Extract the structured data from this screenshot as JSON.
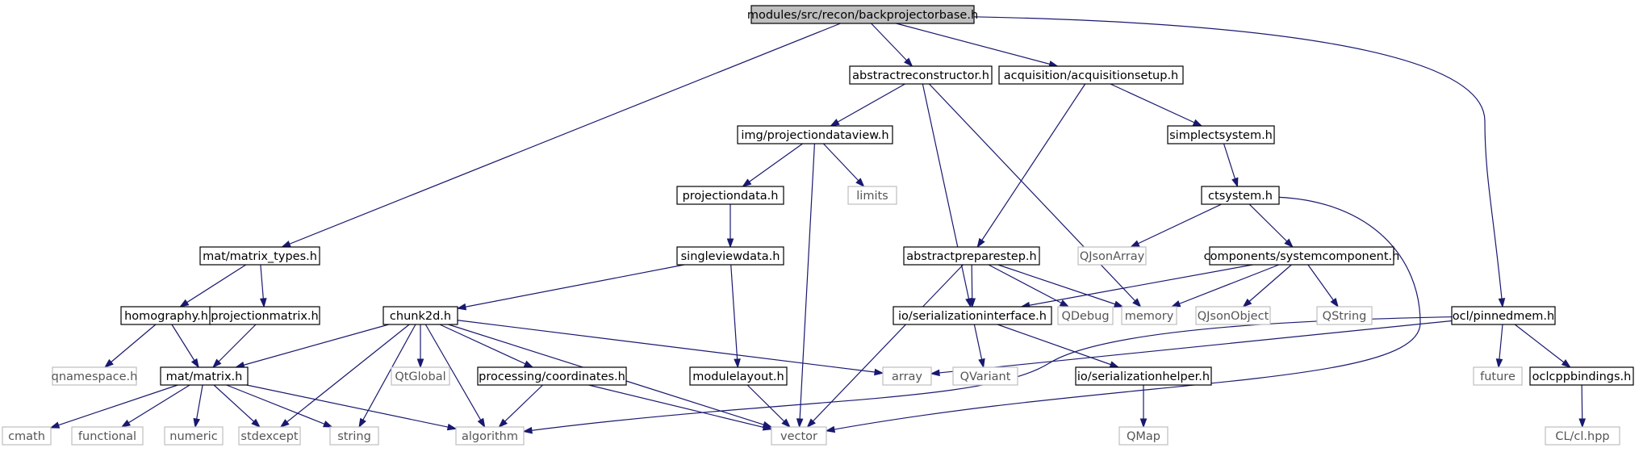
{
  "colors": {
    "edge": "#191970",
    "root_fill": "#bfbfbf",
    "local_border": "#000000",
    "system_border": "#bfbfbf",
    "local_text": "#000000",
    "system_text": "#555555"
  },
  "nodes": [
    {
      "id": "backprojectorbase",
      "label": "modules/src/recon/backprojectorbase.h",
      "kind": "root"
    },
    {
      "id": "abstractreconstructor",
      "label": "abstractreconstructor.h",
      "kind": "local"
    },
    {
      "id": "acquisitionsetup",
      "label": "acquisition/acquisitionsetup.h",
      "kind": "local"
    },
    {
      "id": "projectiondataview",
      "label": "img/projectiondataview.h",
      "kind": "local"
    },
    {
      "id": "simplectsystem",
      "label": "simplectsystem.h",
      "kind": "local"
    },
    {
      "id": "projectiondata",
      "label": "projectiondata.h",
      "kind": "local"
    },
    {
      "id": "limits",
      "label": "limits",
      "kind": "system"
    },
    {
      "id": "ctsystem",
      "label": "ctsystem.h",
      "kind": "local"
    },
    {
      "id": "matrix_types",
      "label": "mat/matrix_types.h",
      "kind": "local"
    },
    {
      "id": "singleviewdata",
      "label": "singleviewdata.h",
      "kind": "local"
    },
    {
      "id": "abstractpreparestep",
      "label": "abstractpreparestep.h",
      "kind": "local"
    },
    {
      "id": "qjsonarray",
      "label": "QJsonArray",
      "kind": "system"
    },
    {
      "id": "systemcomponent",
      "label": "components/systemcomponent.h",
      "kind": "local"
    },
    {
      "id": "homography",
      "label": "homography.h",
      "kind": "local"
    },
    {
      "id": "projectionmatrix",
      "label": "projectionmatrix.h",
      "kind": "local"
    },
    {
      "id": "chunk2d",
      "label": "chunk2d.h",
      "kind": "local"
    },
    {
      "id": "serializationinterface",
      "label": "io/serializationinterface.h",
      "kind": "local"
    },
    {
      "id": "qdebug",
      "label": "QDebug",
      "kind": "system"
    },
    {
      "id": "memory",
      "label": "memory",
      "kind": "system"
    },
    {
      "id": "qjsonobject",
      "label": "QJsonObject",
      "kind": "system"
    },
    {
      "id": "qstring",
      "label": "QString",
      "kind": "system"
    },
    {
      "id": "pinnedmem",
      "label": "ocl/pinnedmem.h",
      "kind": "local"
    },
    {
      "id": "qnamespace",
      "label": "qnamespace.h",
      "kind": "system"
    },
    {
      "id": "matrix",
      "label": "mat/matrix.h",
      "kind": "local"
    },
    {
      "id": "qtglobal",
      "label": "QtGlobal",
      "kind": "system"
    },
    {
      "id": "coordinates",
      "label": "processing/coordinates.h",
      "kind": "local"
    },
    {
      "id": "modulelayout",
      "label": "modulelayout.h",
      "kind": "local"
    },
    {
      "id": "array",
      "label": "array",
      "kind": "system"
    },
    {
      "id": "qvariant",
      "label": "QVariant",
      "kind": "system"
    },
    {
      "id": "serializationhelper",
      "label": "io/serializationhelper.h",
      "kind": "local"
    },
    {
      "id": "future",
      "label": "future",
      "kind": "system"
    },
    {
      "id": "oclcppbindings",
      "label": "oclcppbindings.h",
      "kind": "local"
    },
    {
      "id": "cmath",
      "label": "cmath",
      "kind": "system"
    },
    {
      "id": "functional",
      "label": "functional",
      "kind": "system"
    },
    {
      "id": "numeric",
      "label": "numeric",
      "kind": "system"
    },
    {
      "id": "stdexcept",
      "label": "stdexcept",
      "kind": "system"
    },
    {
      "id": "string",
      "label": "string",
      "kind": "system"
    },
    {
      "id": "algorithm",
      "label": "algorithm",
      "kind": "system"
    },
    {
      "id": "vector",
      "label": "vector",
      "kind": "system"
    },
    {
      "id": "qmap",
      "label": "QMap",
      "kind": "system"
    },
    {
      "id": "clhpp",
      "label": "CL/cl.hpp",
      "kind": "system"
    }
  ],
  "edges": [
    [
      "backprojectorbase",
      "abstractreconstructor"
    ],
    [
      "backprojectorbase",
      "acquisitionsetup"
    ],
    [
      "backprojectorbase",
      "matrix_types"
    ],
    [
      "backprojectorbase",
      "pinnedmem"
    ],
    [
      "abstractreconstructor",
      "projectiondataview"
    ],
    [
      "abstractreconstructor",
      "serializationinterface"
    ],
    [
      "abstractreconstructor",
      "memory"
    ],
    [
      "acquisitionsetup",
      "simplectsystem"
    ],
    [
      "acquisitionsetup",
      "abstractpreparestep"
    ],
    [
      "projectiondataview",
      "projectiondata"
    ],
    [
      "projectiondataview",
      "limits"
    ],
    [
      "projectiondataview",
      "vector"
    ],
    [
      "projectiondata",
      "singleviewdata"
    ],
    [
      "singleviewdata",
      "chunk2d"
    ],
    [
      "singleviewdata",
      "modulelayout"
    ],
    [
      "simplectsystem",
      "ctsystem"
    ],
    [
      "ctsystem",
      "qjsonarray"
    ],
    [
      "ctsystem",
      "systemcomponent"
    ],
    [
      "ctsystem",
      "vector"
    ],
    [
      "systemcomponent",
      "serializationinterface"
    ],
    [
      "systemcomponent",
      "memory"
    ],
    [
      "systemcomponent",
      "qjsonobject"
    ],
    [
      "systemcomponent",
      "qstring"
    ],
    [
      "abstractpreparestep",
      "serializationinterface"
    ],
    [
      "abstractpreparestep",
      "qdebug"
    ],
    [
      "abstractpreparestep",
      "memory"
    ],
    [
      "abstractpreparestep",
      "vector"
    ],
    [
      "serializationinterface",
      "qvariant"
    ],
    [
      "serializationinterface",
      "serializationhelper"
    ],
    [
      "serializationhelper",
      "qmap"
    ],
    [
      "matrix_types",
      "homography"
    ],
    [
      "matrix_types",
      "projectionmatrix"
    ],
    [
      "homography",
      "qnamespace"
    ],
    [
      "homography",
      "matrix"
    ],
    [
      "projectionmatrix",
      "matrix"
    ],
    [
      "chunk2d",
      "matrix"
    ],
    [
      "chunk2d",
      "qtglobal"
    ],
    [
      "chunk2d",
      "coordinates"
    ],
    [
      "chunk2d",
      "array"
    ],
    [
      "chunk2d",
      "stdexcept"
    ],
    [
      "chunk2d",
      "string"
    ],
    [
      "chunk2d",
      "algorithm"
    ],
    [
      "chunk2d",
      "vector"
    ],
    [
      "coordinates",
      "algorithm"
    ],
    [
      "coordinates",
      "vector"
    ],
    [
      "modulelayout",
      "vector"
    ],
    [
      "matrix",
      "cmath"
    ],
    [
      "matrix",
      "functional"
    ],
    [
      "matrix",
      "numeric"
    ],
    [
      "matrix",
      "stdexcept"
    ],
    [
      "matrix",
      "string"
    ],
    [
      "matrix",
      "algorithm"
    ],
    [
      "pinnedmem",
      "array"
    ],
    [
      "pinnedmem",
      "algorithm"
    ],
    [
      "pinnedmem",
      "future"
    ],
    [
      "pinnedmem",
      "oclcppbindings"
    ],
    [
      "oclcppbindings",
      "clhpp"
    ]
  ]
}
